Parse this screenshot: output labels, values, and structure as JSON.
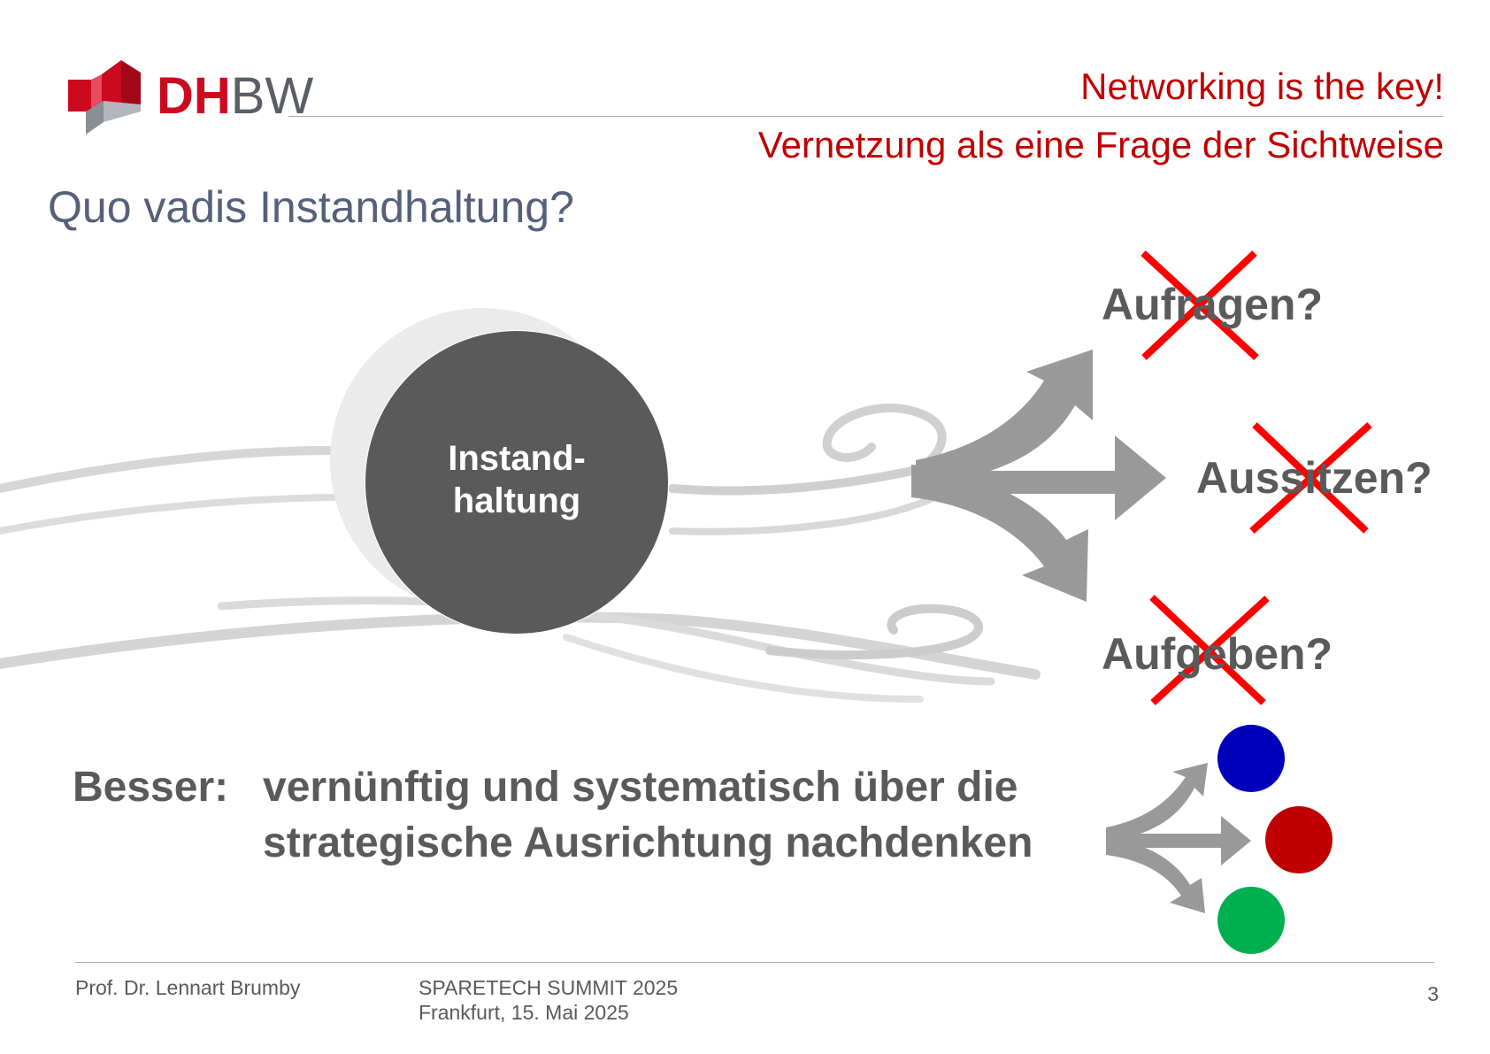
{
  "header": {
    "logo": {
      "text_red": "DH",
      "text_grey": "BW"
    },
    "headline": "Networking is the key!",
    "subheadline": "Vernetzung als eine Frage der Sichtweise"
  },
  "slide": {
    "title": "Quo vadis Instandhaltung?",
    "center_circle_label_line1": "Instand-",
    "center_circle_label_line2": "haltung",
    "options": [
      {
        "label": "Aufragen?",
        "crossed_out": true
      },
      {
        "label": "Aussitzen?",
        "crossed_out": true
      },
      {
        "label": "Aufgeben?",
        "crossed_out": true
      }
    ],
    "besser": {
      "label": "Besser:",
      "line1": "vernünftig und systematisch über die",
      "line2": "strategische Ausrichtung nachdenken"
    },
    "dot_colors": [
      "#0000bb",
      "#c00000",
      "#00b050"
    ],
    "cross_color": "#ff0000",
    "arrow_color": "#999999",
    "circle_color": "#5a5a5a"
  },
  "footer": {
    "author": "Prof. Dr. Lennart Brumby",
    "event": "SPARETECH SUMMIT 2025",
    "date": "Frankfurt, 15. Mai 2025",
    "page": "3"
  }
}
